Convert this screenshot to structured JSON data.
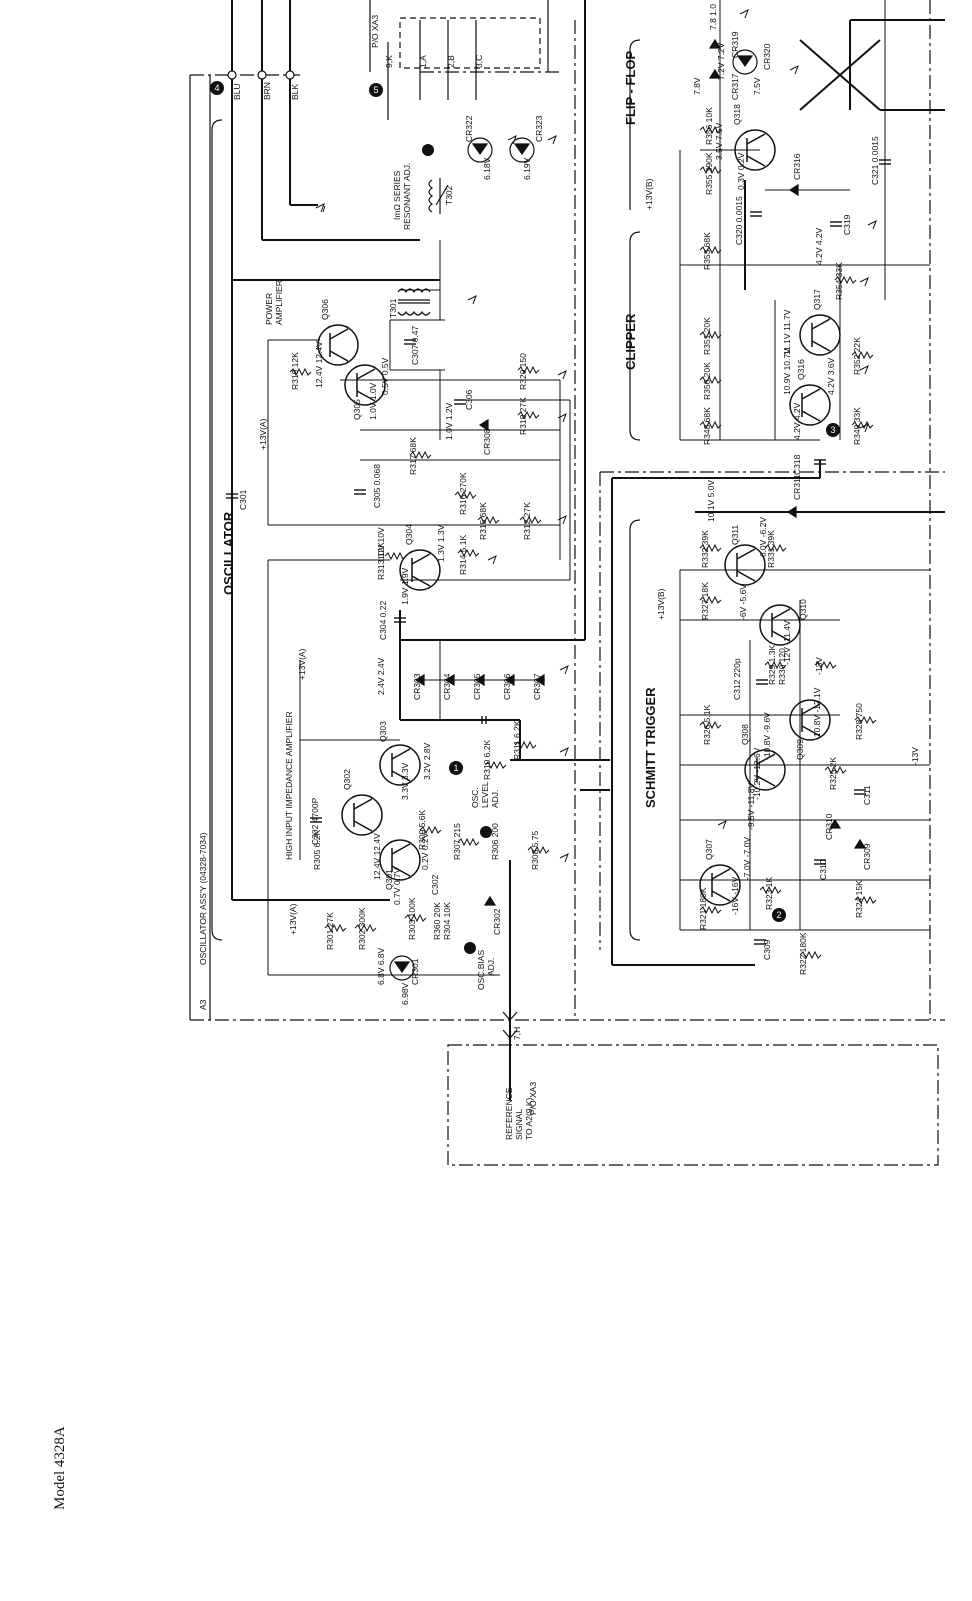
{
  "sections": {
    "oscillator": "OSCILLATOR",
    "schmitt": "SCHMITT TRIGGER",
    "clipper": "CLIPPER",
    "flipflop": "FLIP - FLOP",
    "assembly": "OSCILLATOR ASS'Y (04328-7034)",
    "board_id": "A3"
  },
  "wires": {
    "blu": "BLU",
    "brn": "BRN",
    "blk": "BLK"
  },
  "connectors": {
    "pxa3_top": "P/O XA3",
    "pin_9k": "9,K",
    "pin_1a": "1,A",
    "pin_2b": "2,B",
    "pin_3c": "3,C",
    "pxa3_bottom": "P/O XA3",
    "pin_7h": "7,H",
    "ref1": "REFERENCE",
    "ref2": "SIGNAL",
    "ref3": "TO A2(9,K)"
  },
  "labels": {
    "power_amp1": "POWER",
    "power_amp2": "AMPLIFIER",
    "hi_amp": "HIGH INPUT IMPEDANCE AMPLIFIER",
    "t302_1": "ImΩ SERIES",
    "t302_2": "RESONANT ADJ.",
    "osc_level1": "OSC.",
    "osc_level2": "LEVEL",
    "osc_level3": "ADJ.",
    "osc_bias1": "OSC.BIAS",
    "osc_bias2": "ADJ."
  },
  "supplies": {
    "p13a_1": "+13V(A)",
    "p13a_2": "+13V(A)",
    "p13a_3": "+13V(A)",
    "p13b_1": "+13V(B)",
    "p13b_2": "+13V(B)",
    "m13_1": "-13V",
    "m13_2": "-13V"
  },
  "components": {
    "Q301": "Q301",
    "Q302": "Q302",
    "Q303": "Q303",
    "Q304": "Q304",
    "Q305": "Q305",
    "Q306": "Q306",
    "Q307": "Q307",
    "Q308": "Q308",
    "Q309": "Q309",
    "Q310": "Q310",
    "Q311": "Q311",
    "Q316": "Q316",
    "Q317": "Q317",
    "Q318": "Q318",
    "R301": "R301 27K",
    "R302": "R302 300K",
    "R303": "R303 100K",
    "R304": "R304 10K",
    "R360": "R360 20K",
    "R305": "R305 6.2K",
    "R306": "R306 200",
    "R307": "R307 215",
    "R308": "R308 5.75",
    "R309": "R309 5.6K",
    "R310": "R310 6.2K",
    "R311": "R311 6.2K",
    "R312": "R312 27K",
    "R313": "R313 12K",
    "R314": "R314 5.1K",
    "R315": "R315 68K",
    "R316": "R316 270K",
    "R317": "R317 68K",
    "R318": "R318 27K",
    "R319": "R319 12K",
    "R320": "R320 150",
    "R321": "R321 180K",
    "R322": "R322 180K",
    "R323": "R323 1K",
    "R324": "R324 15K",
    "R325": "R325 2K",
    "R326": "R326 5.1K",
    "R327": "R327 18K",
    "R328": "R328 750",
    "R329": "R329 1.3K",
    "R330": "R330 120",
    "R331": "R331 39K",
    "R332": "R332 39K",
    "R348": "R348 68K",
    "R349": "R349 33K",
    "R350": "R350 20K",
    "R351": "R351 20K",
    "R352": "R352 22K",
    "R353": "R353 68K",
    "R354": "R354 33K",
    "R355": "R355 390K",
    "R356": "R356 10K",
    "C301": "C301",
    "C302": "C302 4700P",
    "C304": "C304 0.22",
    "C305": "C305 0.068",
    "C306": "C306",
    "C307": "C307 0.47",
    "C309": "C309",
    "C310": "C310",
    "C311": "C311",
    "C312": "C312 220p",
    "C318": "C318",
    "C319": "C319",
    "C320": "C320 0.0015",
    "C321": "C321 0.0015",
    "C302b": "C302",
    "CR301": "CR301",
    "CR302": "CR302",
    "CR303": "CR303",
    "CR304": "CR304",
    "CR305": "CR305",
    "CR306": "CR306",
    "CR307": "CR307",
    "CR308": "CR308",
    "CR309": "CR309",
    "CR310": "CR310",
    "CR311": "CR311",
    "CR316": "CR316",
    "CR317": "CR317",
    "CR319": "CR319",
    "CR320": "CR320",
    "CR322": "CR322",
    "CR323": "CR323",
    "T301": "T301",
    "T302": "T302"
  },
  "voltages": {
    "v_cr301": "6.98V",
    "v_6_8": "6.8V 6.8V",
    "v_q301a": "0.7V 0.7V",
    "v_q301b": "12.4V 12.4V",
    "v_q301c": "0.2V 0.2V",
    "v_q303": "3.2V 2.8V",
    "v_q303b": "3.3V 3.3V",
    "v_cr303": "2.4V 2.4V",
    "v_q304a": "1.9V 1.9V",
    "v_q304b": "10V 10V",
    "v_q304c": "1.3V 1.3V",
    "v_q305a": "1.0V 1.0V",
    "v_q305b": "0.5V 0.5V",
    "v_q306": "12.4V 12.4V",
    "v_cr308": "1.0V 1.2V",
    "v_cr322": "6.18V",
    "v_cr323": "6.19V",
    "v_q307a": "-16V -16V",
    "v_q307b": "-7.0V -7.0V",
    "v_q308a": "-9.5V -11.8V",
    "v_q308b": "-10.2V -12.6V",
    "v_q309a": "-10.8V -9.6V",
    "v_q309b": "-10.8V -12.1V",
    "v_q310a": "-12V -11.4V",
    "v_q310b": "-6V -5.6V",
    "v_q311a": "-6.0V -6.2V",
    "v_q311b": "10.1V 5.0V",
    "v_q316a": "4.2V 4.2V",
    "v_q316b": "10.9V 10.7V",
    "v_q316c": "4.2V 3.6V",
    "v_q317": "11.1V 11.7V",
    "v_c319": "4.2V 4.2V",
    "v_q318a": "0.3V 0.2V",
    "v_q318b": "3.5V 7.5V",
    "v_cr317": "7.8V",
    "v_cr319a": "7.2V 7.2V",
    "v_cr320": "7.5V",
    "v_top": "7.8 1.0"
  },
  "markers": {
    "m1": "1",
    "m2": "2",
    "m3": "3",
    "m4": "4",
    "m5": "5"
  },
  "footer": "Model 4328A"
}
